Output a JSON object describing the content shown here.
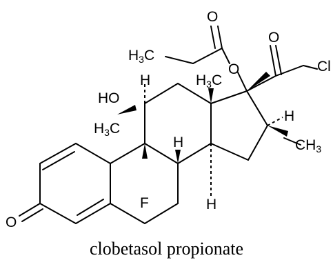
{
  "labels": {
    "oxygen": "O",
    "h3c_left_prefix": "H",
    "h3c_left_sub": "3",
    "h3c_left_suffix": "C",
    "ho": "HO",
    "h": "H",
    "h3c_c18_prefix": "H",
    "h3c_c18_sub": "3",
    "h3c_c18_suffix": "C",
    "h3c_c19_prefix": "H",
    "h3c_c19_sub": "3",
    "h3c_c19_suffix": "C",
    "cl": "Cl",
    "ch3_prefix": "CH",
    "ch3_sub": "3",
    "fluorine": "F"
  },
  "caption": "clobetasol propionate"
}
